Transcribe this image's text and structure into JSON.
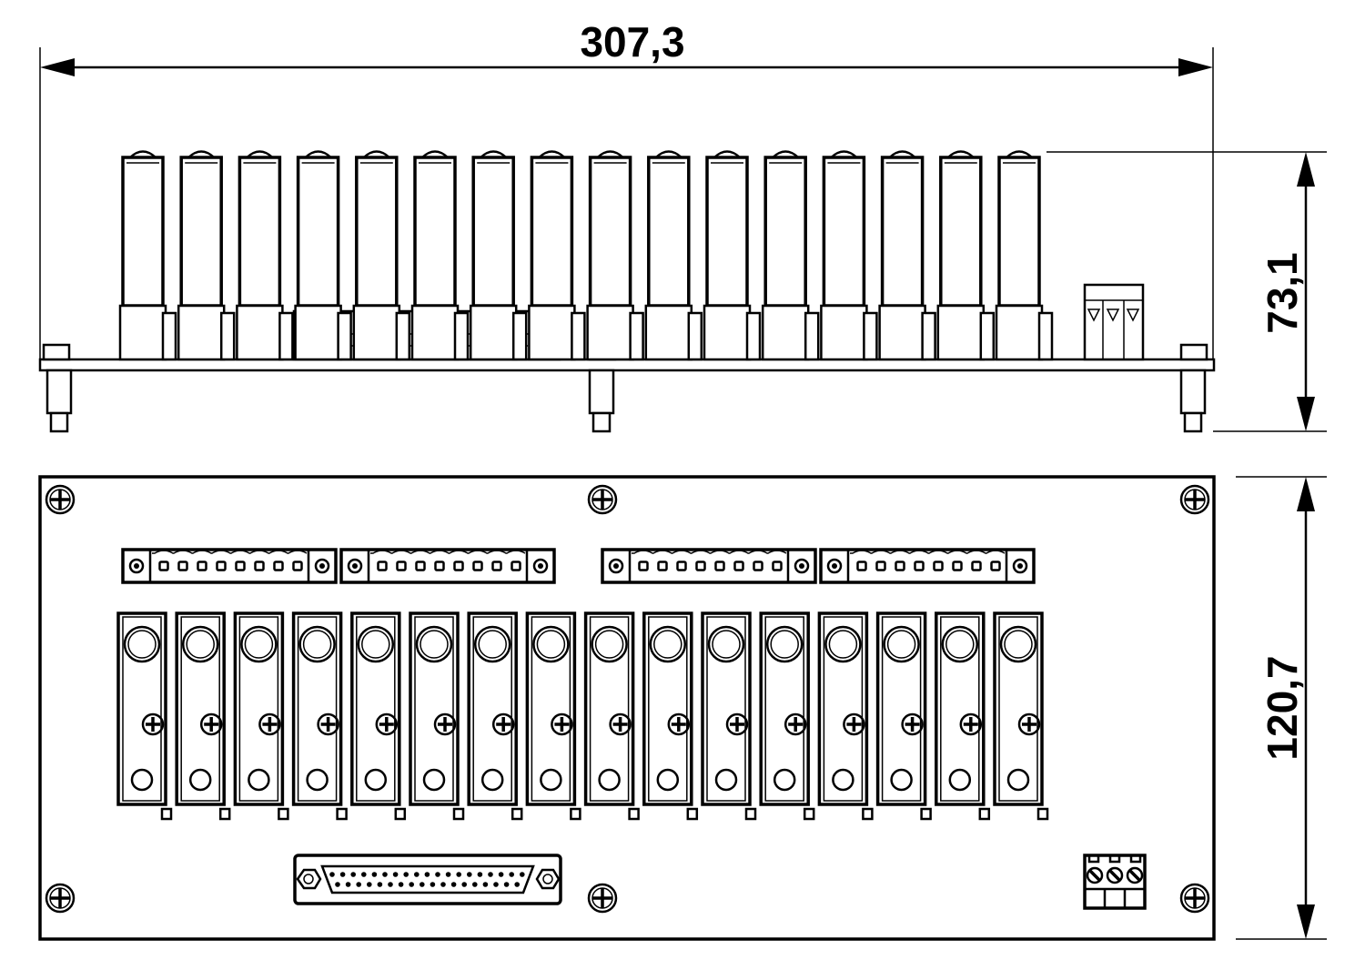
{
  "dimensions": {
    "width": "307,3",
    "height_side": "73,1",
    "height_top": "120,7"
  },
  "counts": {
    "relays": 16,
    "terminal_blocks": 4,
    "sub_d_pins": 37
  }
}
